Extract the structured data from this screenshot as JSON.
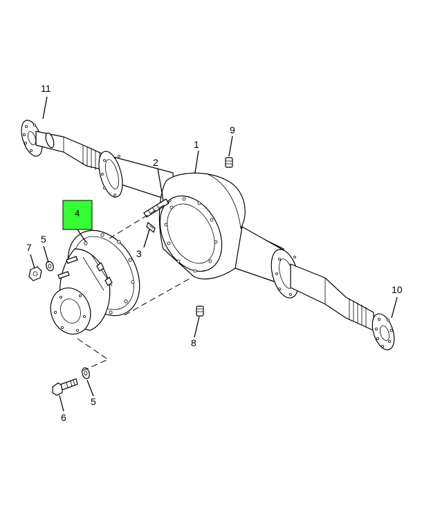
{
  "callouts": {
    "c1": "1",
    "c2": "2",
    "c3": "3",
    "c4": "4",
    "c5a": "5",
    "c5b": "5",
    "c6": "6",
    "c7": "7",
    "c8": "8",
    "c9": "9",
    "c10": "10",
    "c11": "11"
  },
  "colors": {
    "highlight": "#33ff33",
    "line": "#000000",
    "background": "#ffffff"
  }
}
